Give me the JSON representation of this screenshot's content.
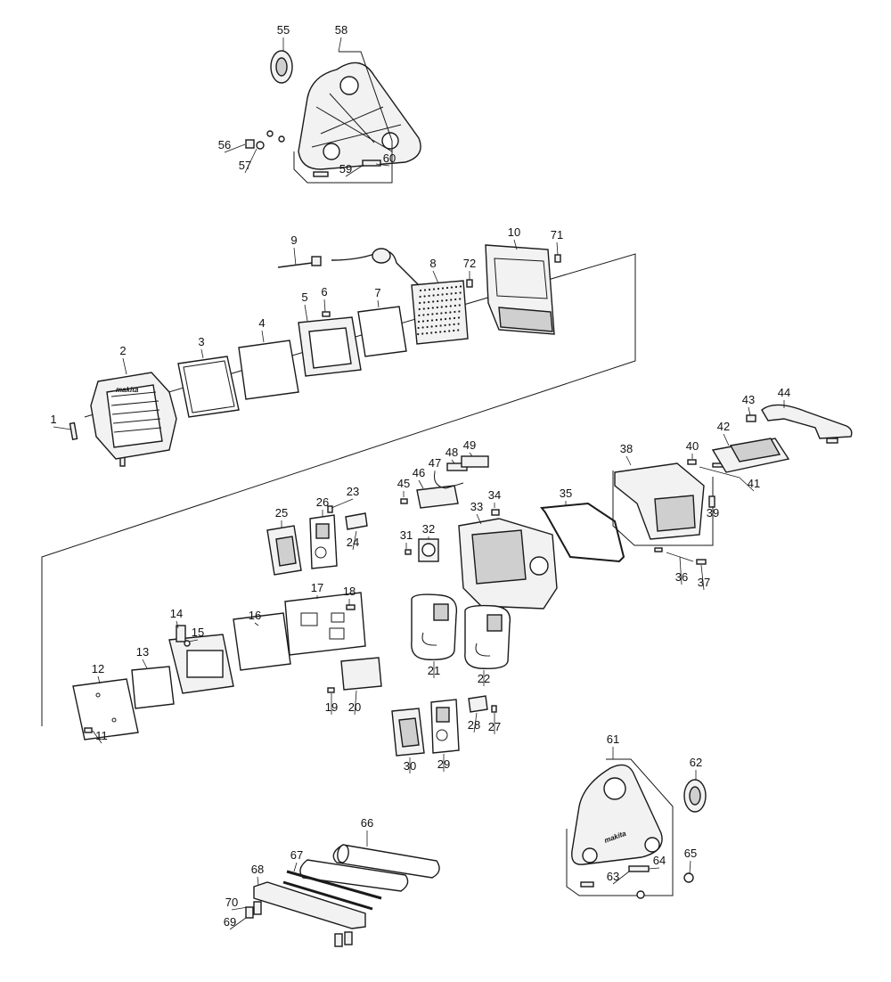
{
  "diagram": {
    "callouts": [
      {
        "id": "1",
        "label": "1"
      },
      {
        "id": "2",
        "label": "2"
      },
      {
        "id": "3",
        "label": "3"
      },
      {
        "id": "4",
        "label": "4"
      },
      {
        "id": "5",
        "label": "5"
      },
      {
        "id": "6",
        "label": "6"
      },
      {
        "id": "7",
        "label": "7"
      },
      {
        "id": "8",
        "label": "8"
      },
      {
        "id": "9",
        "label": "9"
      },
      {
        "id": "10",
        "label": "10"
      },
      {
        "id": "11",
        "label": "11"
      },
      {
        "id": "12",
        "label": "12"
      },
      {
        "id": "13",
        "label": "13"
      },
      {
        "id": "14",
        "label": "14"
      },
      {
        "id": "15",
        "label": "15"
      },
      {
        "id": "16",
        "label": "16"
      },
      {
        "id": "17",
        "label": "17"
      },
      {
        "id": "18",
        "label": "18"
      },
      {
        "id": "19",
        "label": "19"
      },
      {
        "id": "20",
        "label": "20"
      },
      {
        "id": "21",
        "label": "21"
      },
      {
        "id": "22",
        "label": "22"
      },
      {
        "id": "23",
        "label": "23"
      },
      {
        "id": "24",
        "label": "24"
      },
      {
        "id": "25",
        "label": "25"
      },
      {
        "id": "26",
        "label": "26"
      },
      {
        "id": "27",
        "label": "27"
      },
      {
        "id": "28",
        "label": "28"
      },
      {
        "id": "29",
        "label": "29"
      },
      {
        "id": "30",
        "label": "30"
      },
      {
        "id": "31",
        "label": "31"
      },
      {
        "id": "32",
        "label": "32"
      },
      {
        "id": "33",
        "label": "33"
      },
      {
        "id": "34",
        "label": "34"
      },
      {
        "id": "35",
        "label": "35"
      },
      {
        "id": "36",
        "label": "36"
      },
      {
        "id": "37",
        "label": "37"
      },
      {
        "id": "38",
        "label": "38"
      },
      {
        "id": "39",
        "label": "39"
      },
      {
        "id": "40",
        "label": "40"
      },
      {
        "id": "41",
        "label": "41"
      },
      {
        "id": "42",
        "label": "42"
      },
      {
        "id": "43",
        "label": "43"
      },
      {
        "id": "44",
        "label": "44"
      },
      {
        "id": "45",
        "label": "45"
      },
      {
        "id": "46",
        "label": "46"
      },
      {
        "id": "47",
        "label": "47"
      },
      {
        "id": "48",
        "label": "48"
      },
      {
        "id": "49",
        "label": "49"
      },
      {
        "id": "55",
        "label": "55"
      },
      {
        "id": "56",
        "label": "56"
      },
      {
        "id": "57",
        "label": "57"
      },
      {
        "id": "58",
        "label": "58"
      },
      {
        "id": "59",
        "label": "59"
      },
      {
        "id": "60",
        "label": "60"
      },
      {
        "id": "61",
        "label": "61"
      },
      {
        "id": "62",
        "label": "62"
      },
      {
        "id": "63",
        "label": "63"
      },
      {
        "id": "64",
        "label": "64"
      },
      {
        "id": "65",
        "label": "65"
      },
      {
        "id": "66",
        "label": "66"
      },
      {
        "id": "67",
        "label": "67"
      },
      {
        "id": "68",
        "label": "68"
      },
      {
        "id": "69",
        "label": "69"
      },
      {
        "id": "70",
        "label": "70"
      },
      {
        "id": "71",
        "label": "71"
      },
      {
        "id": "72",
        "label": "72"
      }
    ],
    "brand_logo_text": "makita",
    "colors": {
      "line": "#1a1a1a",
      "fill": "#f2f2f2",
      "background": "#ffffff"
    }
  }
}
